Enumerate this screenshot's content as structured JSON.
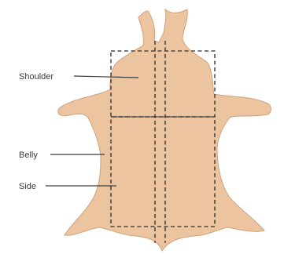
{
  "labels": {
    "shoulder": "Shoulder",
    "belly": "Belly",
    "side": "Side"
  },
  "colors": {
    "hide_fill": "#EDC4A0",
    "hide_stroke": "#CFA27D",
    "guide_line": "#2a2a2a",
    "label_text": "#3a3a3a"
  }
}
